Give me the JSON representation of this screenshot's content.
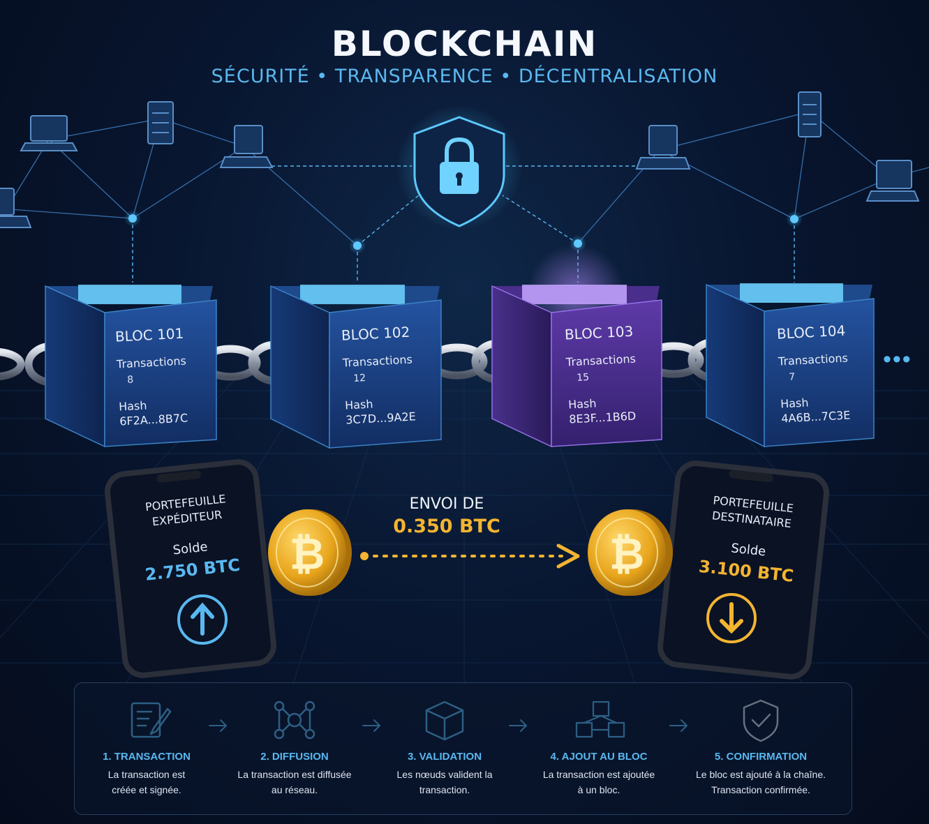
{
  "header": {
    "title": "BLOCKCHAIN",
    "subtitle": "SÉCURITÉ • TRANSPARENCE • DÉCENTRALISATION"
  },
  "blocks": [
    {
      "name": "BLOC 101",
      "tx_label": "Transactions",
      "tx_count": "8",
      "hash_label": "Hash",
      "hash": "6F2A...8B7C"
    },
    {
      "name": "BLOC 102",
      "tx_label": "Transactions",
      "tx_count": "12",
      "hash_label": "Hash",
      "hash": "3C7D...9A2E"
    },
    {
      "name": "BLOC 103",
      "tx_label": "Transactions",
      "tx_count": "15",
      "hash_label": "Hash",
      "hash": "8E3F...1B6D"
    },
    {
      "name": "BLOC 104",
      "tx_label": "Transactions",
      "tx_count": "7",
      "hash_label": "Hash",
      "hash": "4A6B...7C3E"
    }
  ],
  "more_indicator": "•••",
  "sender": {
    "label_line1": "PORTEFEUILLE",
    "label_line2": "EXPÉDITEUR",
    "balance_label": "Solde",
    "balance": "2.750 BTC",
    "color": "#5ab8f0"
  },
  "receiver": {
    "label_line1": "PORTEFEUILLE",
    "label_line2": "DESTINATAIRE",
    "balance_label": "Solde",
    "balance": "3.100 BTC",
    "color": "#f3b431"
  },
  "transfer": {
    "label": "ENVOI DE",
    "amount": "0.350 BTC"
  },
  "steps": [
    {
      "title": "1. TRANSACTION",
      "line1": "La transaction est",
      "line2": "créée et signée.",
      "icon": "document-pen-icon"
    },
    {
      "title": "2. DIFFUSION",
      "line1": "La transaction est diffusée",
      "line2": "au réseau.",
      "icon": "network-icon"
    },
    {
      "title": "3. VALIDATION",
      "line1": "Les nœuds valident la",
      "line2": "transaction.",
      "icon": "cube-icon"
    },
    {
      "title": "4. AJOUT AU BLOC",
      "line1": "La transaction est ajoutée",
      "line2": "à un bloc.",
      "icon": "stacked-cubes-icon"
    },
    {
      "title": "5. CONFIRMATION",
      "line1": "Le bloc est ajouté à la chaîne.",
      "line2": "Transaction confirmée.",
      "icon": "shield-check-icon"
    }
  ],
  "colors": {
    "accent_blue": "#5ab8f0",
    "accent_purple": "#8b5cf6",
    "accent_gold": "#f3b431"
  }
}
